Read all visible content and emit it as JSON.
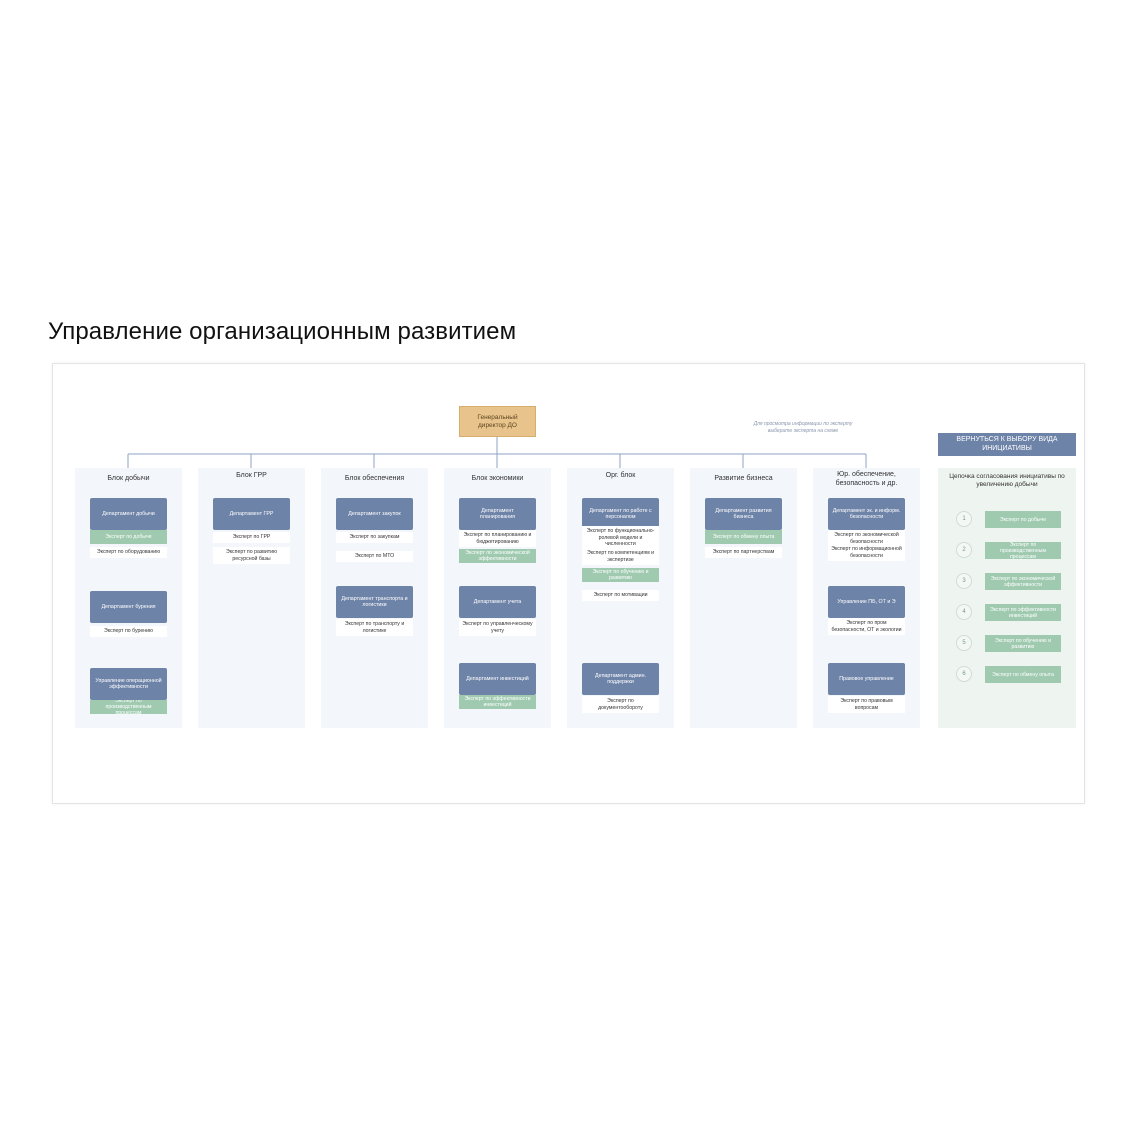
{
  "page": {
    "title": "Управление организационным развитием"
  },
  "colors": {
    "department": "#6e83a8",
    "expert_highlight": "#9fcab0",
    "ceo": "#e8c48c",
    "block_bg": "#f3f6fb",
    "side_bg": "#eef4ef"
  },
  "diagram": {
    "ceo": "Генеральный директор ДО",
    "hint": "Для просмотра информации по эксперту выберите эксперта на схеме",
    "blocks": [
      {
        "title": "Блок добычи",
        "items": [
          {
            "type": "dept",
            "text": "Департамент добычи"
          },
          {
            "type": "green",
            "text": "Эксперт по добыче"
          },
          {
            "type": "plain",
            "text": "Эксперт по оборудованию"
          },
          {
            "type": "dept",
            "text": "Департамент бурения"
          },
          {
            "type": "plain",
            "text": "Эксперт по бурению"
          },
          {
            "type": "dept",
            "text": "Управление операционной эффективности"
          },
          {
            "type": "green",
            "text": "Эксперт по производственным процессам"
          }
        ]
      },
      {
        "title": "Блок ГРР",
        "items": [
          {
            "type": "dept",
            "text": "Департамент ГРР"
          },
          {
            "type": "plain",
            "text": "Эксперт по ГРР"
          },
          {
            "type": "plain",
            "text": "Эксперт по развитию ресурсной базы"
          }
        ]
      },
      {
        "title": "Блок обеспечения",
        "items": [
          {
            "type": "dept",
            "text": "Департамент закупок"
          },
          {
            "type": "plain",
            "text": "Эксперт по закупкам"
          },
          {
            "type": "plain",
            "text": "Эксперт по МТО"
          },
          {
            "type": "dept",
            "text": "Департамент транспорта и логистики"
          },
          {
            "type": "plain",
            "text": "Эксперт по транспорту и логистике"
          }
        ]
      },
      {
        "title": "Блок экономики",
        "items": [
          {
            "type": "dept",
            "text": "Департамент планирования"
          },
          {
            "type": "plain",
            "text": "Эксперт по планированию и бюджетированию"
          },
          {
            "type": "green",
            "text": "Эксперт по экономической эффективности"
          },
          {
            "type": "dept",
            "text": "Департамент учета"
          },
          {
            "type": "plain",
            "text": "Эксперт по управленческому учету"
          },
          {
            "type": "dept",
            "text": "Департамент инвестиций"
          },
          {
            "type": "green",
            "text": "Эксперт по эффективности инвестиций"
          }
        ]
      },
      {
        "title": "Орг. блок",
        "items": [
          {
            "type": "dept",
            "text": "Департамент по работе с персоналом"
          },
          {
            "type": "plain",
            "text": "Эксперт по функционально-ролевой модели и численности"
          },
          {
            "type": "plain",
            "text": "Эксперт по компетенциям и экспертизе"
          },
          {
            "type": "green",
            "text": "Эксперт по обучению и развитию"
          },
          {
            "type": "plain",
            "text": "Эксперт по мотивации"
          },
          {
            "type": "dept",
            "text": "Департамент админ. поддержки"
          },
          {
            "type": "plain",
            "text": "Эксперт по документообороту"
          }
        ]
      },
      {
        "title": "Развитие бизнеса",
        "items": [
          {
            "type": "dept",
            "text": "Департамент развития бизнеса"
          },
          {
            "type": "green",
            "text": "Эксперт по обмену опыта"
          },
          {
            "type": "plain",
            "text": "Эксперт по партнерствам"
          }
        ]
      },
      {
        "title": "Юр. обеспечение, безопасность и др.",
        "items": [
          {
            "type": "dept",
            "text": "Департамент эк. и информ. безопасности"
          },
          {
            "type": "plain",
            "text": "Эксперт по экономической безопасности"
          },
          {
            "type": "plain",
            "text": "Эксперт по информационной безопасности"
          },
          {
            "type": "dept",
            "text": "Управление ПБ, ОТ и Э"
          },
          {
            "type": "plain",
            "text": "Эксперт по пром безопасности, ОТ и экологии"
          },
          {
            "type": "dept",
            "text": "Правовое управление"
          },
          {
            "type": "plain",
            "text": "Эксперт по правовым вопросам"
          }
        ]
      }
    ]
  },
  "side": {
    "button": "ВЕРНУТЬСЯ К ВЫБОРУ ВИДА ИНИЦИАТИВЫ",
    "title": "Цепочка согласования инициативы по увеличению добычи",
    "steps": [
      {
        "num": "1",
        "label": "Эксперт по добыче"
      },
      {
        "num": "2",
        "label": "Эксперт по производственным процессам"
      },
      {
        "num": "3",
        "label": "Эксперт по экономической эффективности"
      },
      {
        "num": "4",
        "label": "Эксперт по эффективности инвестиций"
      },
      {
        "num": "5",
        "label": "Эксперт по обучению и развитию"
      },
      {
        "num": "6",
        "label": "Эксперт по обмену опыта"
      }
    ]
  }
}
